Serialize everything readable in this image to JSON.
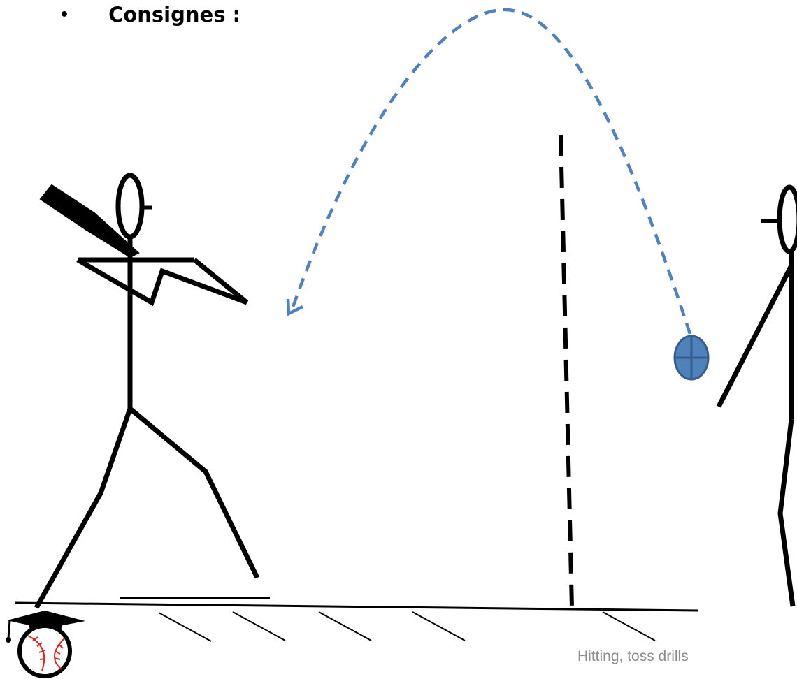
{
  "slide": {
    "bullet": "•",
    "heading": "Consignes :",
    "caption": "Hitting, toss drills"
  },
  "colors": {
    "ink": "#000000",
    "trajectory": "#4f81bd",
    "ball_fill": "#4f81bd",
    "ball_stroke": "#385d8a",
    "caption": "#8c8c8c",
    "logo_stitch": "#d9251d"
  },
  "icons": [
    "batter-figure",
    "bat",
    "tosser-figure",
    "ball",
    "toss-trajectory-arrow",
    "divider-line",
    "ground-line",
    "logo-baseball-cap"
  ]
}
